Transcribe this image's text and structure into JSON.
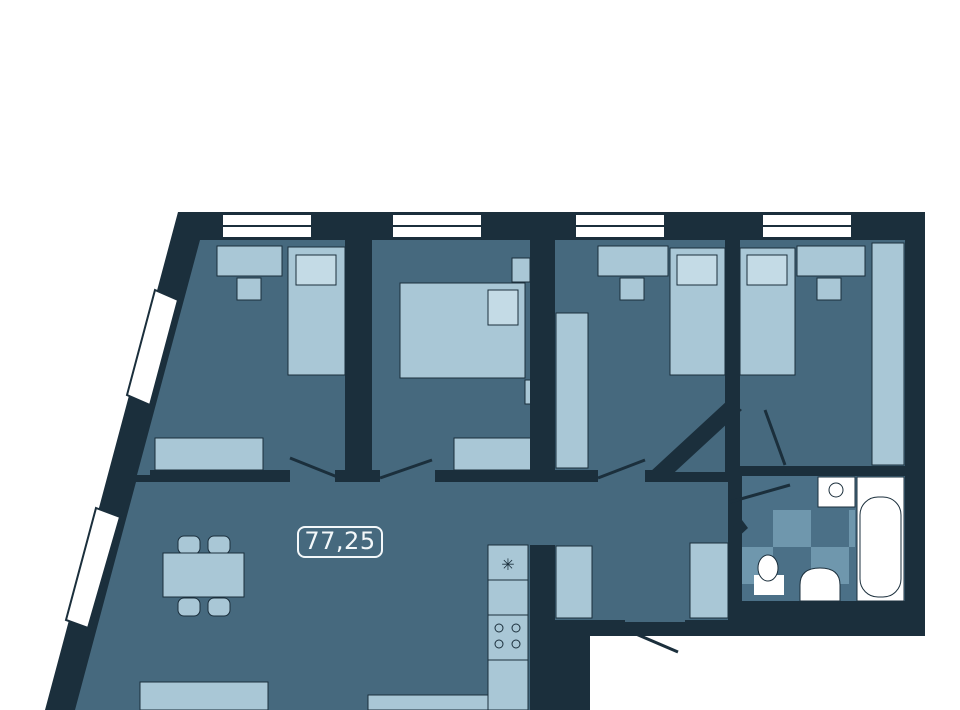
{
  "plan": {
    "total_area_label": "77,25",
    "rooms": [
      "bedroom-1",
      "bedroom-2",
      "bedroom-3",
      "bedroom-4",
      "living-kitchen",
      "hall",
      "bathroom"
    ]
  },
  "colors": {
    "wall": "#1b2f3c",
    "floor": "#46697e",
    "furniture": "#a9c7d6",
    "fixture": "#ffffff",
    "tile_dark": "#4b7087",
    "tile_light": "#6f97ad"
  }
}
